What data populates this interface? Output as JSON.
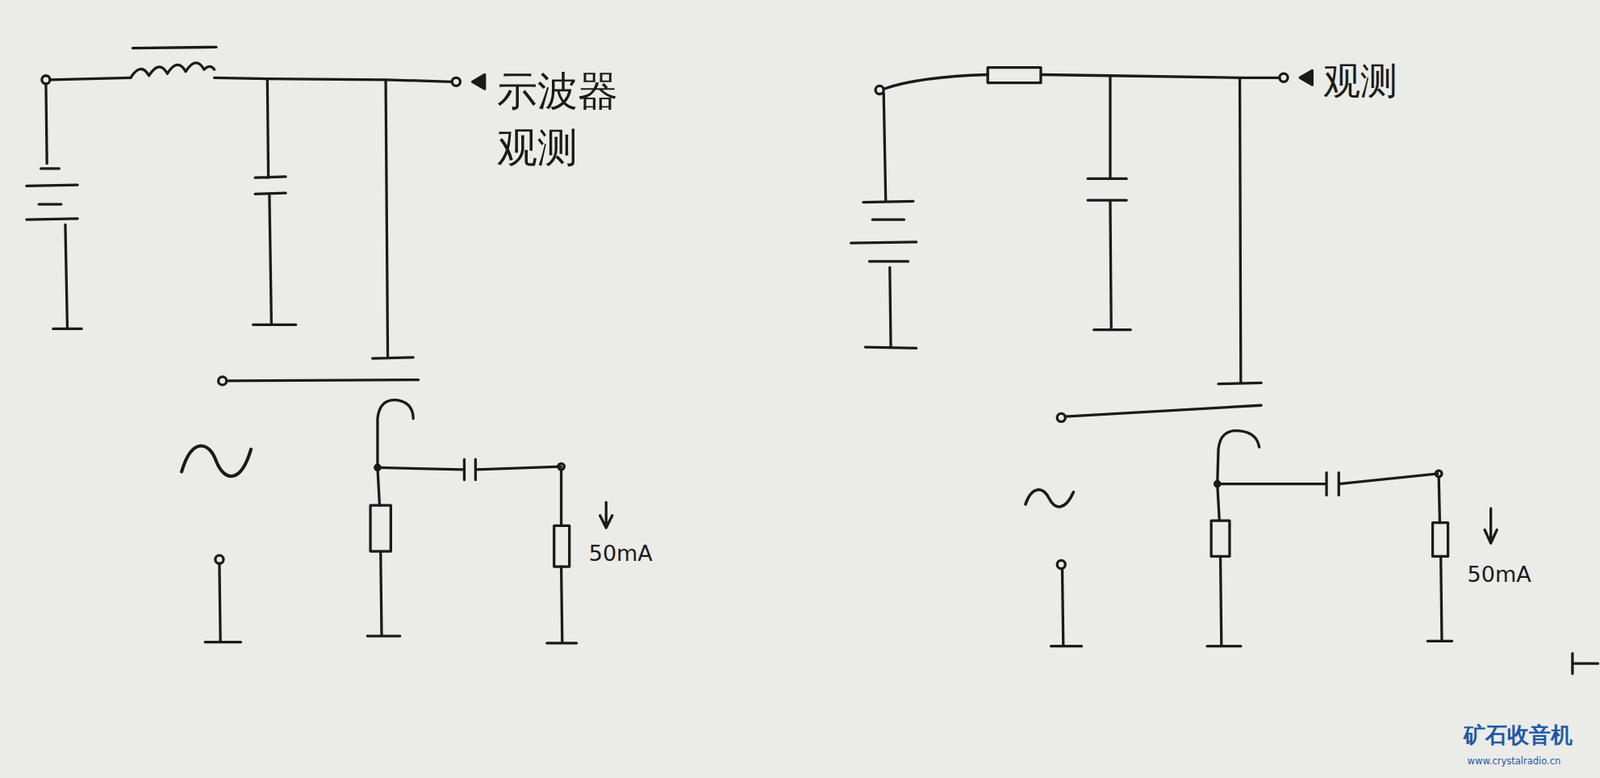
{
  "diagram": {
    "labels": [
      "示波器 观测",
      "50mA",
      "观测",
      "50mA",
      "矿石收音机",
      "www.crystalradio.cn"
    ]
  }
}
